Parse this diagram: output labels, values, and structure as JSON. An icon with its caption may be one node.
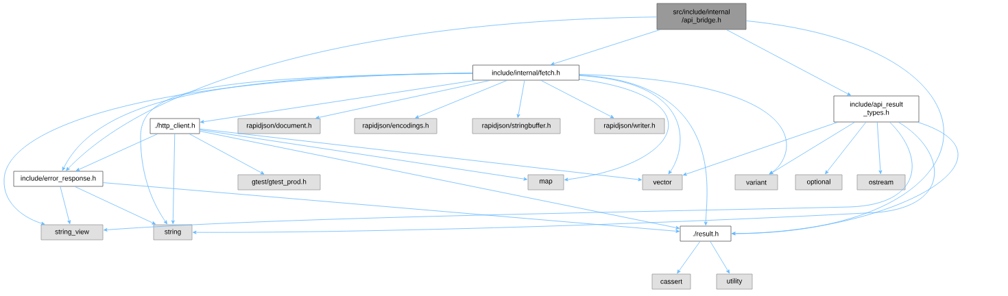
{
  "diagram": {
    "nodes": [
      {
        "text": [
          "src/include/internal /api_bridge.h"
        ]
      },
      {
        "text": [
          "include/internal/fetch.h"
        ]
      },
      {
        "text": [
          "include/api_result _types.h"
        ]
      },
      {
        "text": [
          "./http_client.h"
        ]
      },
      {
        "text": [
          "rapidjson/document.h"
        ]
      },
      {
        "text": [
          "rapidjson/encodings.h"
        ]
      },
      {
        "text": [
          "rapidjson/stringbuffer.h"
        ]
      },
      {
        "text": [
          "rapidjson/writer.h"
        ]
      },
      {
        "text": [
          "include/error_response.h"
        ]
      },
      {
        "text": [
          "gtest/gtest_prod.h"
        ]
      },
      {
        "text": [
          "map"
        ]
      },
      {
        "text": [
          "vector"
        ]
      },
      {
        "text": [
          "variant"
        ]
      },
      {
        "text": [
          "optional"
        ]
      },
      {
        "text": [
          "ostream"
        ]
      },
      {
        "text": [
          "string_view"
        ]
      },
      {
        "text": [
          "string"
        ]
      },
      {
        "text": [
          "./result.h"
        ]
      },
      {
        "text": [
          "cassert"
        ]
      },
      {
        "text": [
          "utility"
        ]
      }
    ],
    "edges": [
      {
        "from": 0,
        "to": 1,
        "arrow": "to"
      },
      {
        "from": 0,
        "to": 2,
        "arrow": "to"
      },
      {
        "from": 0,
        "to": 8,
        "arrow": "to"
      },
      {
        "from": 0,
        "to": 17,
        "arrow": "to"
      },
      {
        "from": 1,
        "to": 3,
        "arrow": "to"
      },
      {
        "from": 1,
        "to": 4,
        "arrow": "to"
      },
      {
        "from": 1,
        "to": 5,
        "arrow": "to"
      },
      {
        "from": 1,
        "to": 6,
        "arrow": "to"
      },
      {
        "from": 1,
        "to": 7,
        "arrow": "to"
      },
      {
        "from": 1,
        "to": 8,
        "arrow": "to"
      },
      {
        "from": 1,
        "to": 10,
        "arrow": "to"
      },
      {
        "from": 1,
        "to": 11,
        "arrow": "to"
      },
      {
        "from": 1,
        "to": 12,
        "arrow": "to"
      },
      {
        "from": 1,
        "to": 15,
        "arrow": "to"
      },
      {
        "from": 1,
        "to": 16,
        "arrow": "to"
      },
      {
        "from": 1,
        "to": 17,
        "arrow": "to"
      },
      {
        "from": 2,
        "to": 11,
        "arrow": "to"
      },
      {
        "from": 2,
        "to": 12,
        "arrow": "to"
      },
      {
        "from": 2,
        "to": 13,
        "arrow": "to"
      },
      {
        "from": 2,
        "to": 14,
        "arrow": "to"
      },
      {
        "from": 2,
        "to": 15,
        "arrow": "to"
      },
      {
        "from": 2,
        "to": 16,
        "arrow": "to"
      },
      {
        "from": 2,
        "to": 17,
        "arrow": "to"
      },
      {
        "from": 3,
        "to": 8,
        "arrow": "to"
      },
      {
        "from": 3,
        "to": 9,
        "arrow": "to"
      },
      {
        "from": 3,
        "to": 10,
        "arrow": "to"
      },
      {
        "from": 3,
        "to": 11,
        "arrow": "to"
      },
      {
        "from": 3,
        "to": 16,
        "arrow": "to"
      },
      {
        "from": 3,
        "to": 17,
        "arrow": "to"
      },
      {
        "from": 8,
        "to": 15,
        "arrow": "to"
      },
      {
        "from": 8,
        "to": 16,
        "arrow": "to"
      },
      {
        "from": 8,
        "to": 17,
        "arrow": "to"
      },
      {
        "from": 17,
        "to": 18,
        "arrow": "to"
      },
      {
        "from": 17,
        "to": 19,
        "arrow": "to"
      }
    ]
  }
}
